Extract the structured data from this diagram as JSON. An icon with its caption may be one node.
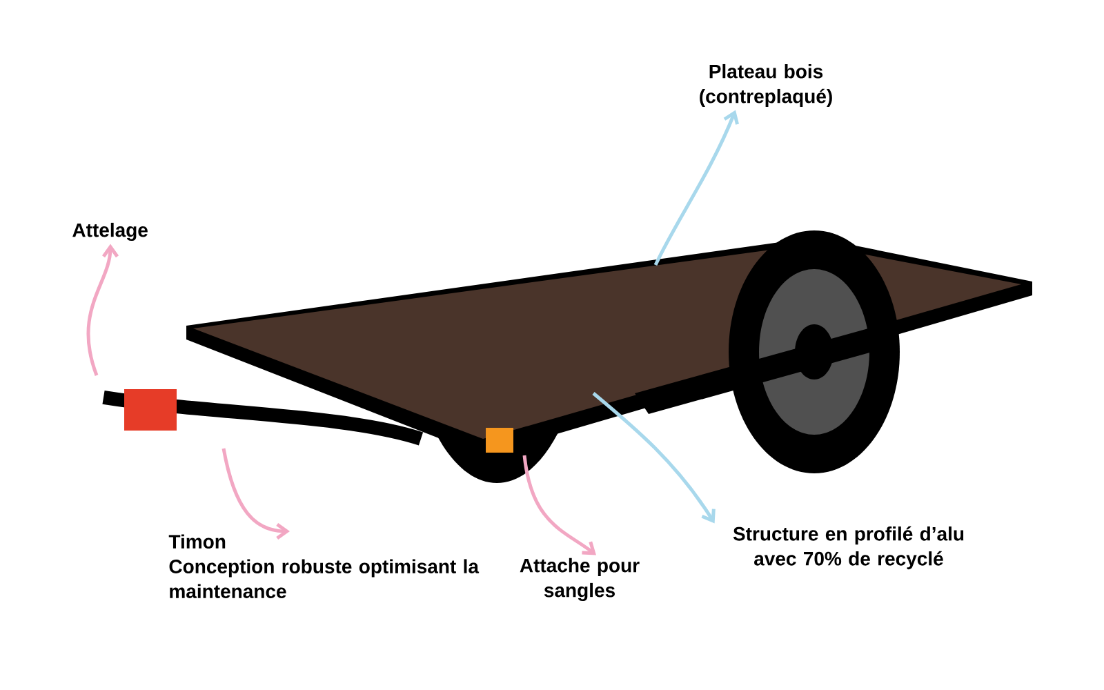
{
  "diagram": {
    "nodes": [
      {
        "text": [
          "Attelage"
        ]
      },
      {
        "text": [
          "Plateau bois (contreplaqué)"
        ]
      },
      {
        "text": [
          "Timon",
          "Conception robuste optimisant la maintenance"
        ]
      },
      {
        "text": [
          "Attache pour sangles"
        ]
      },
      {
        "text": [
          "Structure en profilé d’alu avec 70% de recyclé"
        ]
      }
    ],
    "edges": [
      {
        "from": null,
        "to": 0,
        "arrow": "to",
        "color": "#f2a7c3"
      },
      {
        "from": null,
        "to": 1,
        "arrow": "to",
        "color": "#a8d8ec"
      },
      {
        "from": null,
        "to": 2,
        "arrow": "to",
        "color": "#f2a7c3"
      },
      {
        "from": null,
        "to": 3,
        "arrow": "to",
        "color": "#f2a7c3"
      },
      {
        "from": null,
        "to": 4,
        "arrow": "to",
        "color": "#a8d8ec"
      }
    ]
  }
}
